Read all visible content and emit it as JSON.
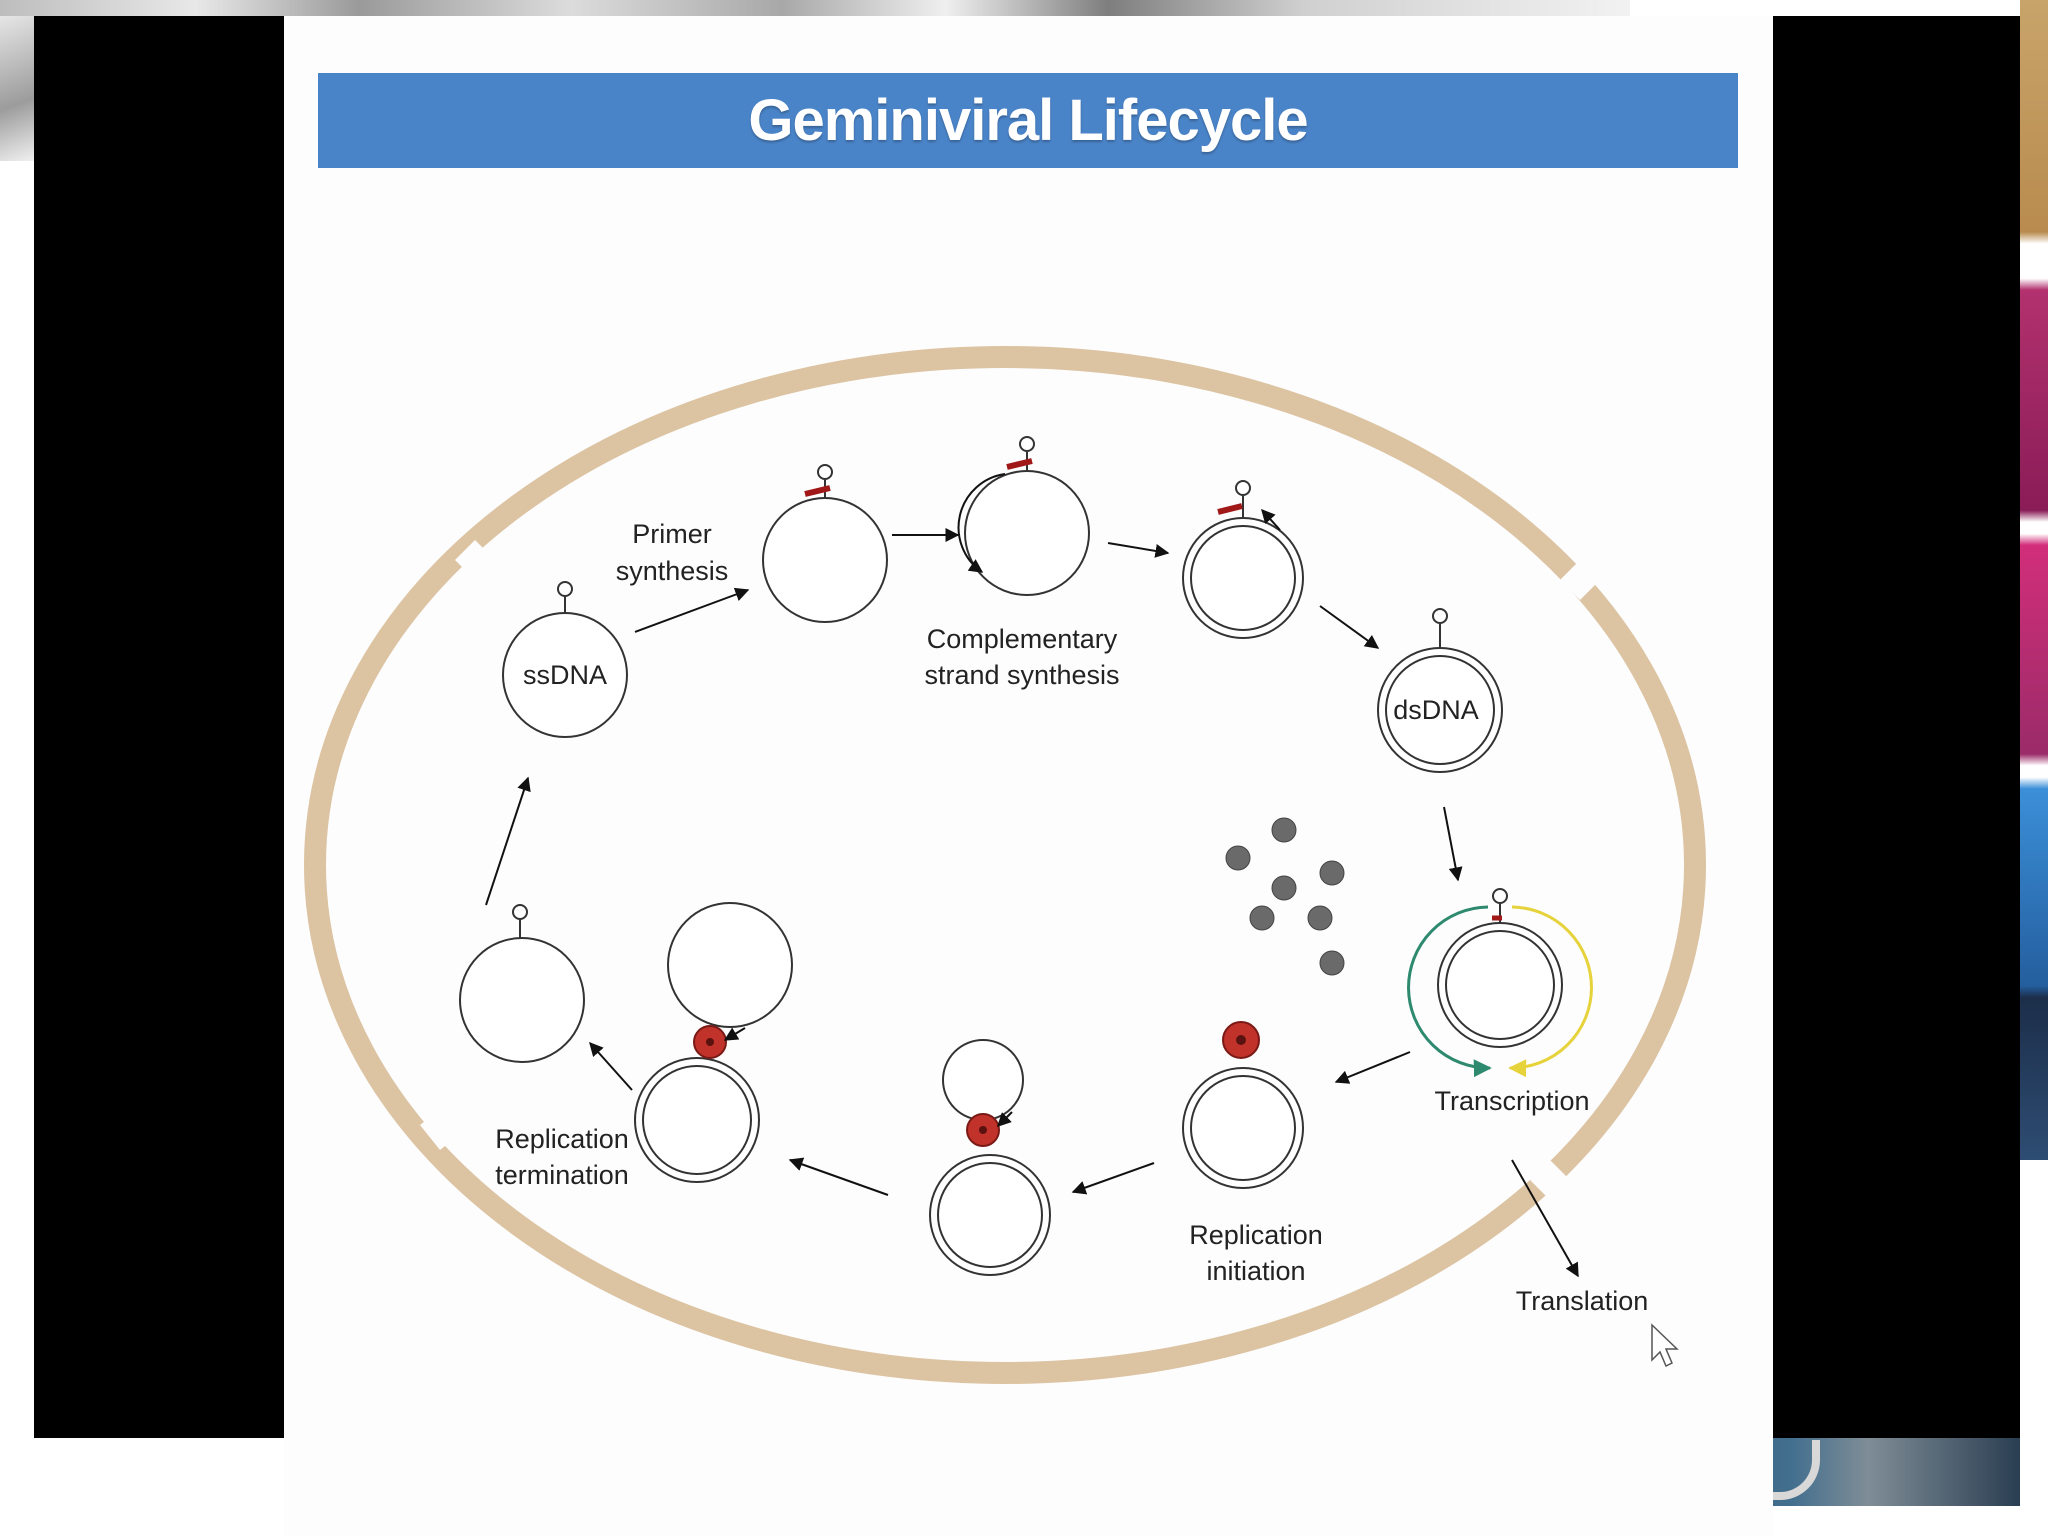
{
  "slide": {
    "title": "Geminiviral Lifecycle"
  },
  "diagram": {
    "labels": {
      "primer_synthesis": [
        "Primer",
        "synthesis"
      ],
      "ssdna": "ssDNA",
      "complementary_strand_synthesis": [
        "Complementary",
        "strand synthesis"
      ],
      "dsdna": "dsDNA",
      "transcription": "Transcription",
      "translation": "Translation",
      "replication_initiation": [
        "Replication",
        "initiation"
      ],
      "replication_termination": [
        "Replication",
        "termination"
      ]
    },
    "colors": {
      "cell_wall": "#dcc3a2",
      "title_bar": "#4a84c8",
      "primer": "#a01818",
      "rep_protein": "#c0322a",
      "protein_particles": "#6a6a6a",
      "transcript_green": "#2e8a6e",
      "transcript_yellow": "#e6d23a"
    }
  },
  "cursor": "pointer-cursor-icon"
}
